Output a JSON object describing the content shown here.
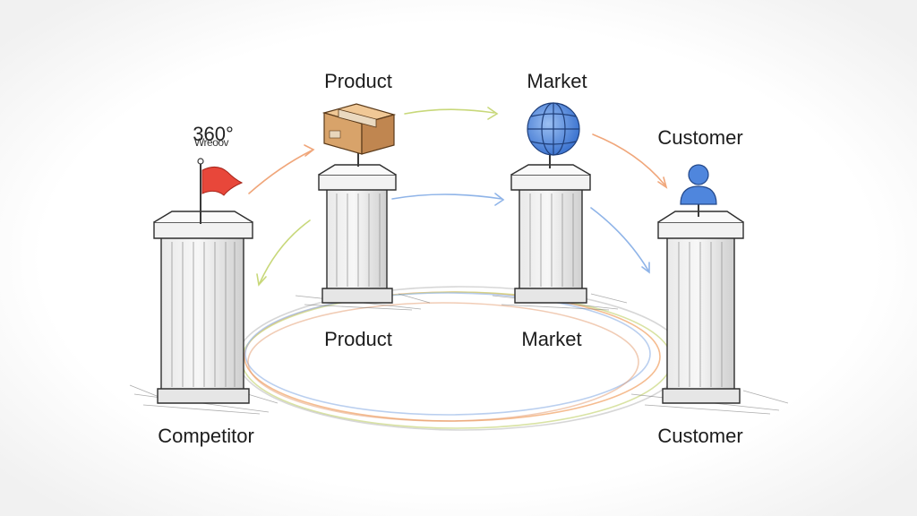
{
  "labels": {
    "product_top": "Product",
    "market_top": "Market",
    "customer_top": "Customer",
    "flag_caption": "360°",
    "flag_caption_scribble": "Wreoov",
    "product_bottom": "Product",
    "market_bottom": "Market",
    "competitor_bottom": "Competitor",
    "customer_bottom": "Customer"
  },
  "icons": {
    "competitor": "flag-icon",
    "product": "box-icon",
    "market": "globe-icon",
    "customer": "person-icon"
  },
  "colors": {
    "flag": "#e8473a",
    "box": "#d8a36a",
    "globe": "#5b8fe0",
    "person": "#4f86dd",
    "arrow_orange": "#f0a67a",
    "arrow_green": "#c8d87a",
    "arrow_blue": "#8fb4e8",
    "pencil": "#3a3a3a"
  }
}
